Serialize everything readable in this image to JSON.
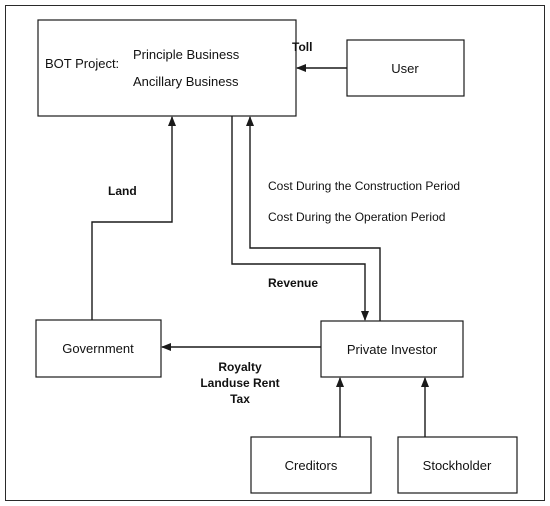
{
  "diagram": {
    "nodes": {
      "bot_project": {
        "title": "BOT Project:",
        "line1": "Principle Business",
        "line2": "Ancillary Business"
      },
      "user": "User",
      "government": "Government",
      "private_investor": "Private Investor",
      "creditors": "Creditors",
      "stockholder": "Stockholder"
    },
    "edges": {
      "toll": "Toll",
      "land": "Land",
      "cost_construction": "Cost During the Construction Period",
      "cost_operation": "Cost During the Operation Period",
      "revenue": "Revenue",
      "royalty": "Royalty",
      "landuse_rent": "Landuse Rent",
      "tax": "Tax"
    }
  }
}
